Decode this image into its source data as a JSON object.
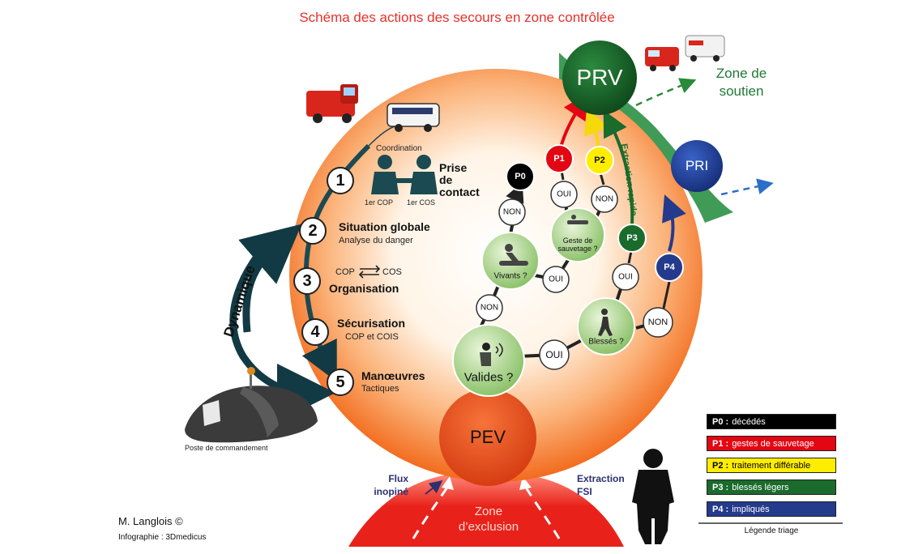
{
  "title": "Schéma des actions des secours en zone contrôlée",
  "zones": {
    "prv": "PRV",
    "pri": "PRI",
    "pev": "PEV",
    "soutien_1": "Zone de",
    "soutien_2": "soutien",
    "exclusion_1": "Zone",
    "exclusion_2": "d’exclusion"
  },
  "flows": {
    "flux_1": "Flux",
    "flux_2": "inopiné",
    "extraction_1": "Extraction",
    "extraction_2": "FSI",
    "extraction_rapide": "Extraction rapide",
    "dynamique": "Dynamique"
  },
  "steps": {
    "coordination": "Coordination",
    "prise_1": "Prise",
    "prise_2": "de",
    "prise_3": "contact",
    "cop_label": "1er COP",
    "cos_label": "1er COS",
    "s1": "1",
    "s2": "2",
    "s2_label": "Situation globale",
    "s2_sub": "Analyse du danger",
    "s3": "3",
    "s3_cop": "COP",
    "s3_cos": "COS",
    "s3_label": "Organisation",
    "s4": "4",
    "s4_label": "Sécurisation",
    "s4_sub": "COP et COIS",
    "s5": "5",
    "s5_label": "Manœuvres",
    "s5_sub": "Tactiques"
  },
  "triage": {
    "valides": "Valides ?",
    "vivants": "Vivants ?",
    "blesses": "Blessés ?",
    "geste_1": "Geste de",
    "geste_2": "sauvetage ?",
    "oui": "OUI",
    "non": "NON",
    "p0": "P0",
    "p1": "P1",
    "p2": "P2",
    "p3": "P3",
    "p4": "P4"
  },
  "legend": {
    "title": "Légende triage",
    "rows": [
      {
        "code": "P0 :",
        "text": "décédés",
        "bg": "#000000",
        "fg": "#ffffff"
      },
      {
        "code": "P1 :",
        "text": "gestes de sauvetage",
        "bg": "#e30613",
        "fg": "#ffffff"
      },
      {
        "code": "P2 :",
        "text": "traitement différable",
        "bg": "#ffed00",
        "fg": "#000000"
      },
      {
        "code": "P3 :",
        "text": "blessés légers",
        "bg": "#1a6b2c",
        "fg": "#ffffff"
      },
      {
        "code": "P4 :",
        "text": "impliqués",
        "bg": "#243a8c",
        "fg": "#ffffff"
      }
    ]
  },
  "poste": "Poste de commandement",
  "credits": {
    "author": "M. Langlois ©",
    "infographie": "Infographie : 3Dmedicus"
  },
  "colors": {
    "title": "#e8302a",
    "prv": "#1a6b2c",
    "pri": "#1f3f99",
    "pev": "#e84e1b",
    "p1": "#e30613",
    "p2": "#ffed00",
    "p3": "#1a6b2c",
    "p4": "#243a8c"
  }
}
